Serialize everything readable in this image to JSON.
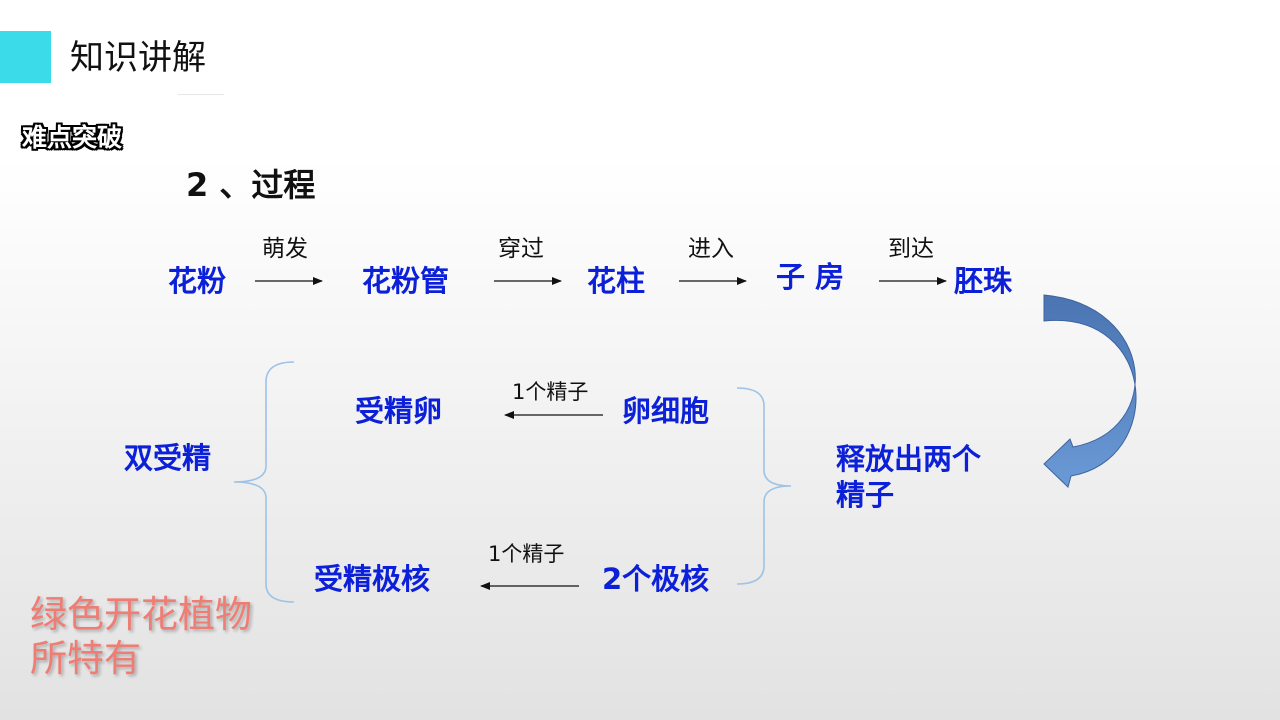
{
  "header": {
    "title": "知识讲解",
    "accent_color": "#3cdbe9"
  },
  "badge": "难点突破",
  "section_title": "2 、过程",
  "flow": {
    "top_nodes": [
      "花粉",
      "花粉管",
      "花柱",
      "子  房",
      "胚珠"
    ],
    "top_verbs": [
      "萌发",
      "穿过",
      "进入",
      "到达"
    ],
    "branch_upper": {
      "target": "受精卵",
      "source": "卵细胞",
      "label": "1个精子"
    },
    "branch_lower": {
      "target": "受精极核",
      "source": "2个极核",
      "label": "1个精子"
    },
    "center": "双受精",
    "release": [
      "释放出两个",
      "精子"
    ]
  },
  "note": [
    "绿色开花植物",
    "所特有"
  ],
  "colors": {
    "node": "#0b20d8",
    "note": "#ef7d73",
    "brace": "#9dc3e6",
    "curved_arrow": "#4f81bd"
  }
}
